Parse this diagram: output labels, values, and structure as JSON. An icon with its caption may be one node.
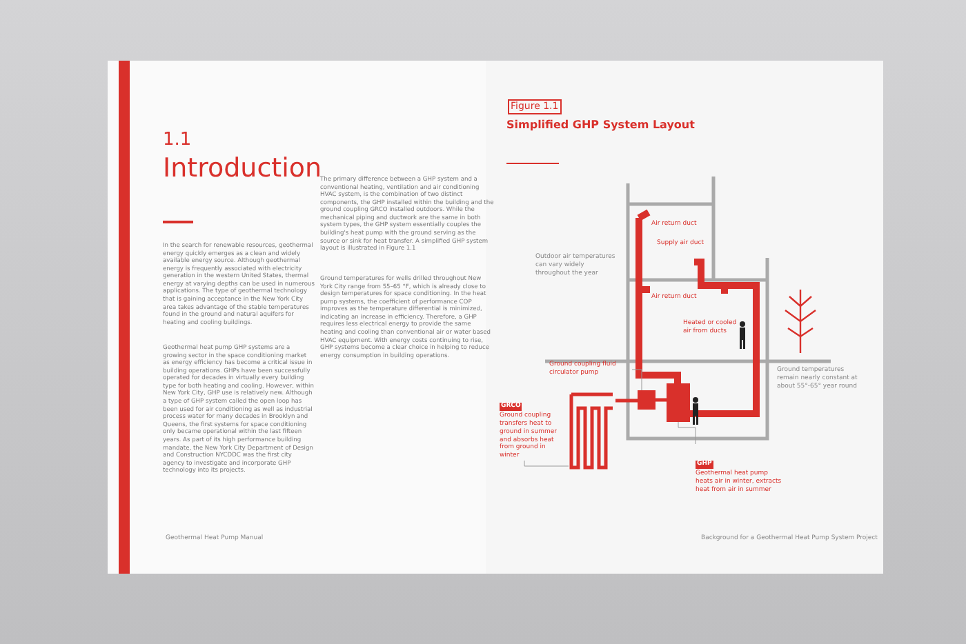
{
  "diagram": {
    "nodes": [
      {
        "text": [
          "GRCO",
          "Ground coupling transfers heat to ground in summer and absorbs heat from ground in winter"
        ]
      },
      {
        "text": [],
        "shape": "picture"
      },
      {
        "text": [
          "Ground coupling fluid circulator pump"
        ]
      },
      {
        "text": [],
        "shape": "box"
      },
      {
        "text": [
          "GHP",
          "Geothermal heat pump heats air in winter, extracts heat from air in summer"
        ]
      },
      {
        "text": [],
        "shape": "box"
      }
    ],
    "edges": [
      {
        "from": 0,
        "to": 1,
        "arrow": "none"
      },
      {
        "from": 2,
        "to": 3,
        "arrow": "none"
      },
      {
        "from": 4,
        "to": 5,
        "arrow": "none"
      },
      {
        "from": 1,
        "to": 3,
        "arrow": "none",
        "style": "thick",
        "color": "#d9302b"
      },
      {
        "from": 3,
        "to": 5,
        "arrow": "none",
        "style": "thick",
        "color": "#d9302b"
      }
    ],
    "labels": [
      "1.1",
      "Introduction",
      "In the search for renewable resources, geothermal energy quickly emerges as a clean and widely available energy source. Although geothermal energy is frequently associated with electricity generation in the western United States, thermal energy at varying depths can be used in numerous applications. The type of geothermal technology that is gaining acceptance in the New York City area takes advantage of the stable temperatures found in the ground and natural aquifers for heating and cooling buildings.",
      "Geothermal heat pump GHP systems are a growing sector in the space conditioning market as energy efficiency has become a critical issue in building operations. GHPs have been successfully operated for decades in virtually every building type for both heating and cooling. However, within New York City, GHP use is relatively new. Although a type of GHP system called the open loop has been used for air conditioning as well as industrial process water for many decades in Brooklyn and Queens, the first systems for space conditioning only became operational within the last fifteen years. As part of its high performance building mandate, the New York City Department of Design and Construction NYCDDC was the first city agency to investigate and incorporate GHP technology into its projects.",
      "The primary difference between a GHP system and a conventional heating, ventilation and air conditioning HVAC system, is the combination of two distinct components, the GHP installed within the building and the ground coupling GRCO installed outdoors. While the mechanical piping and ductwork are the same in both system types, the GHP system essentially couples the building's heat pump with the ground serving as the source or sink for heat transfer. A simplified GHP system layout is illustrated in Figure 1.1",
      "Ground temperatures for wells drilled throughout New York City range from 55–65 °F, which is already close to design temperatures for space conditioning. In the heat pump systems, the coefficient of performance COP improves as the temperature differential is minimized, indicating an increase in efficiency. Therefore, a GHP requires less electrical energy to provide the same heating and cooling than conventional air or water based HVAC equipment. With energy costs continuing to rise, GHP systems become a clear choice in helping to reduce energy consumption in building operations.",
      "Geothermal Heat Pump Manual",
      "Figure 1.1",
      "Simplified GHP System Layout",
      "Air return duct",
      "Supply air duct",
      "Outdoor air temperatures can vary widely throughout the year",
      "Air return duct",
      "Heated or cooled air from ducts",
      "Ground temperatures remain nearly constant at about 55°-65° year round",
      "Background for a Geothermal Heat Pump System Project"
    ]
  }
}
